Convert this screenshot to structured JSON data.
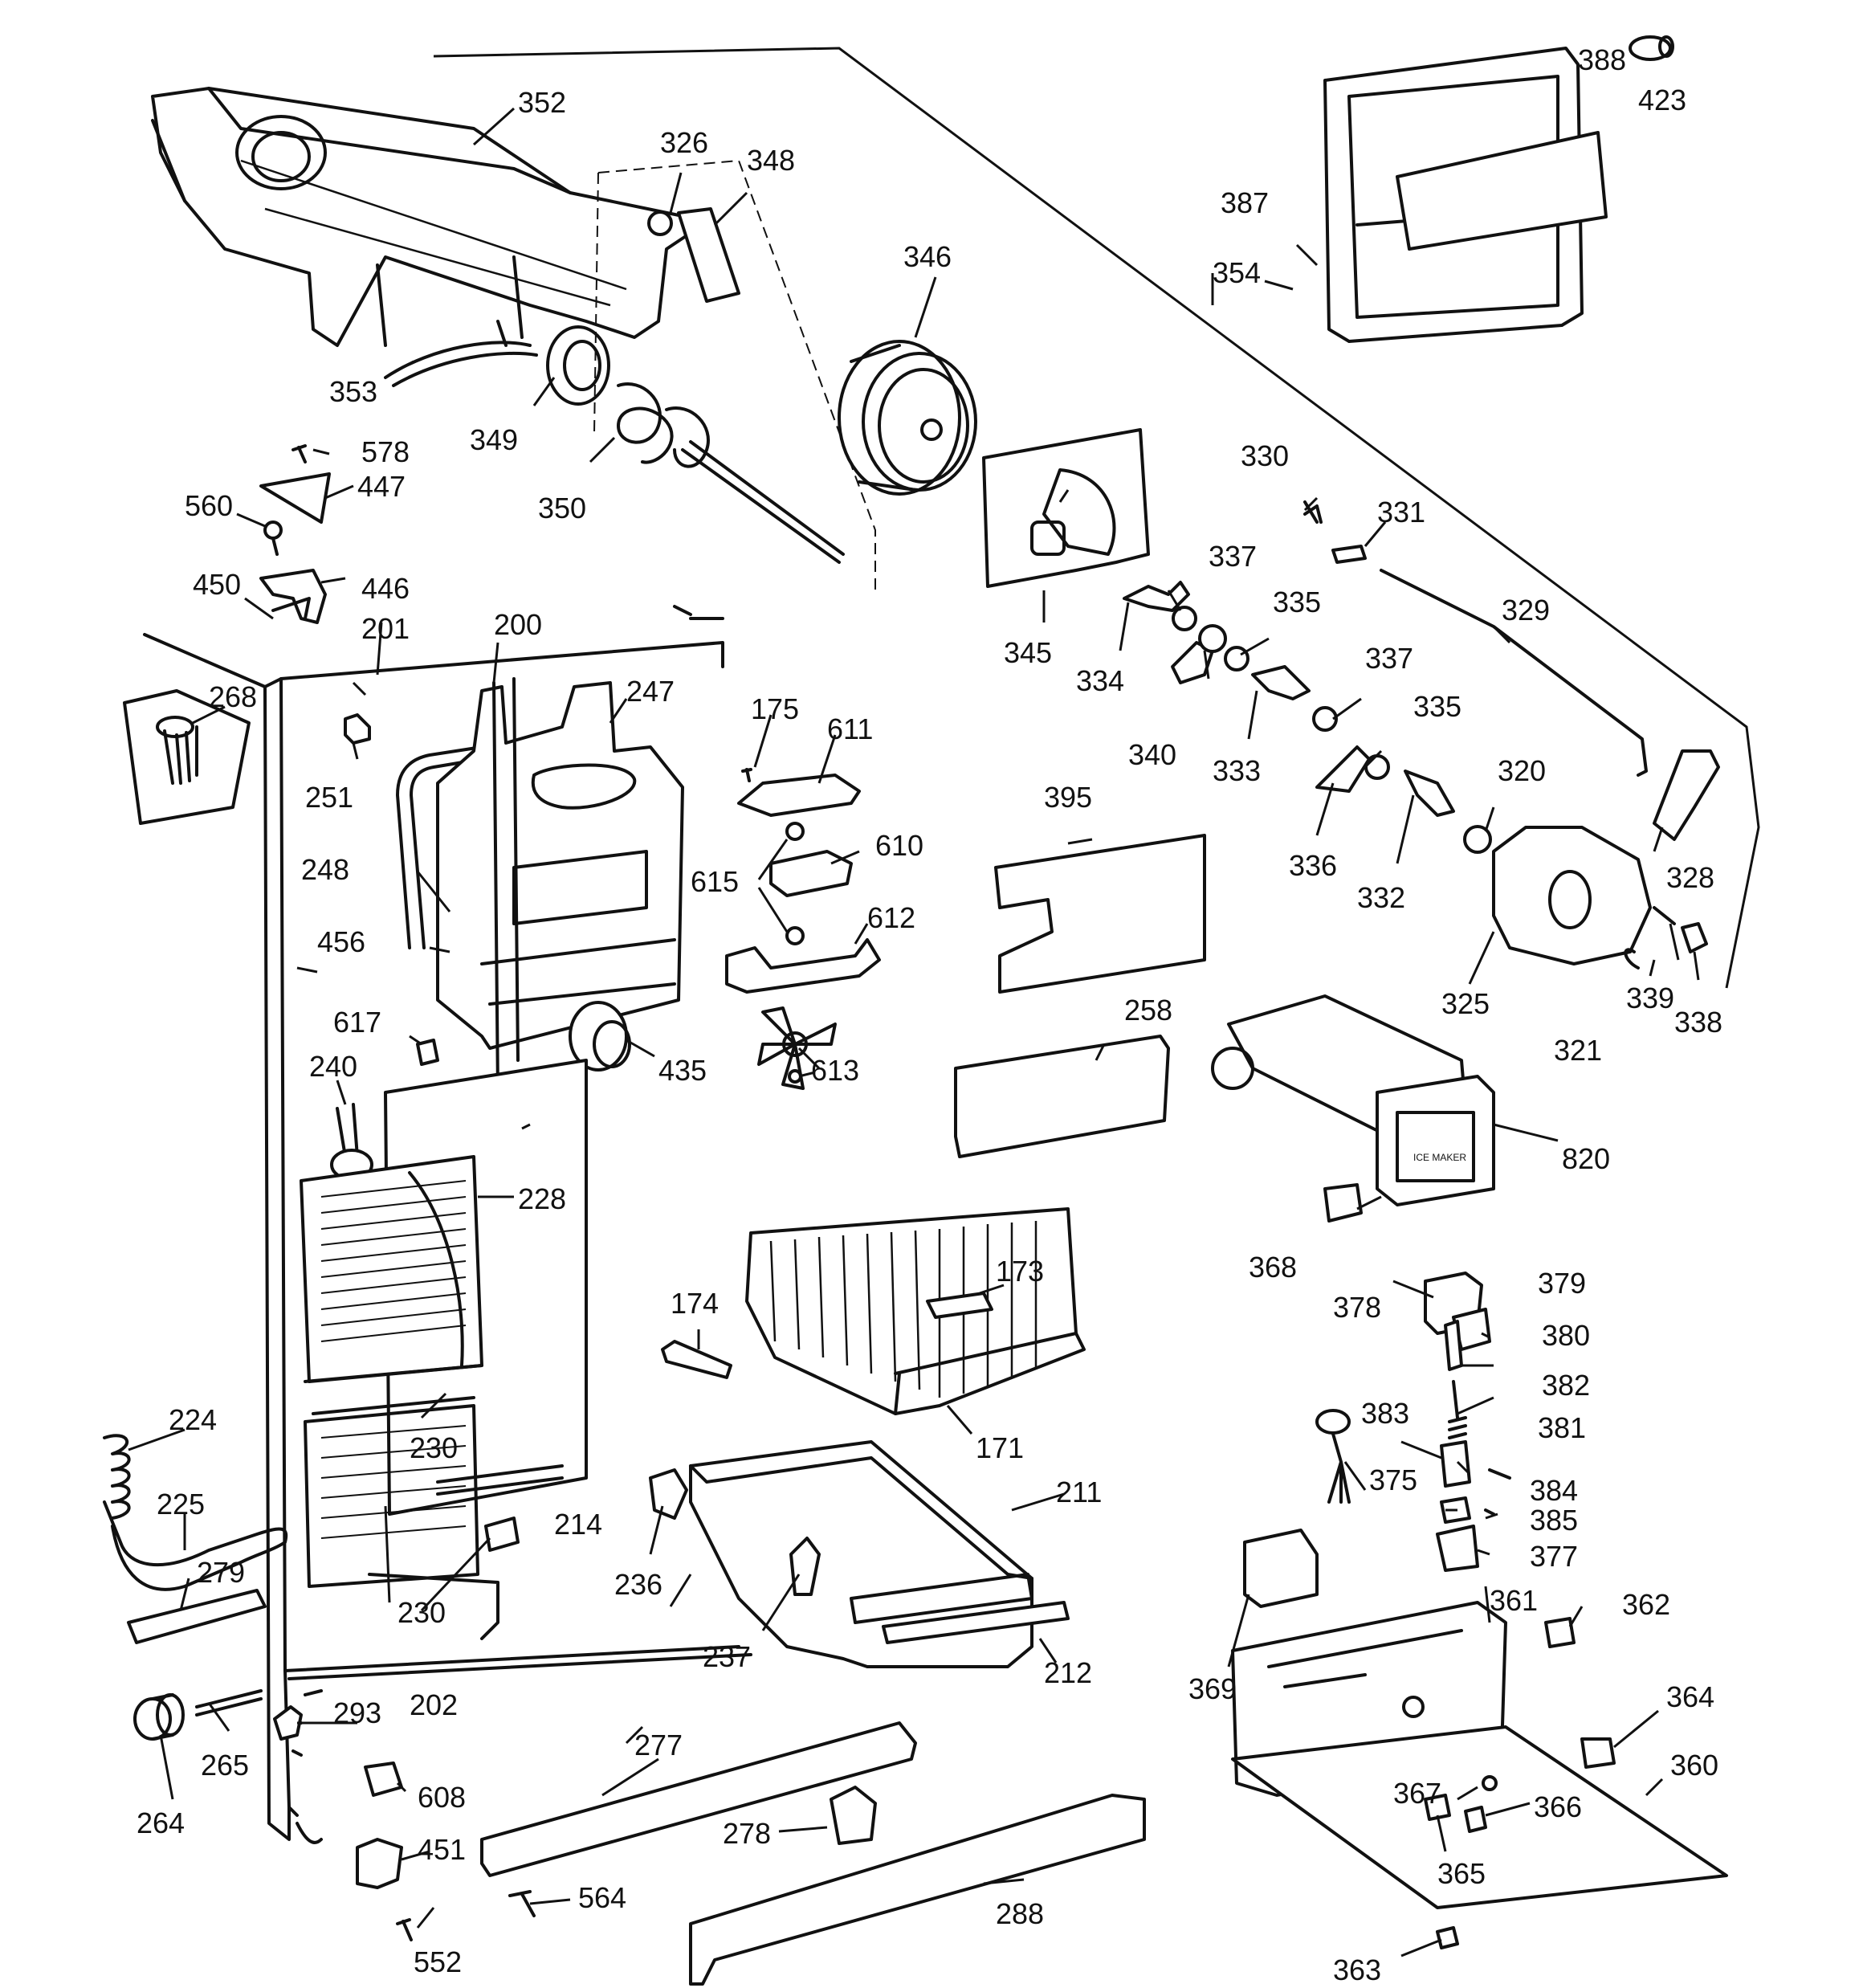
{
  "labels": {
    "l171": "171",
    "l173": "173",
    "l174": "174",
    "l175": "175",
    "l200": "200",
    "l201": "201",
    "l202": "202",
    "l211": "211",
    "l212": "212",
    "l214": "214",
    "l224": "224",
    "l225": "225",
    "l228": "228",
    "l230a": "230",
    "l230b": "230",
    "l236": "236",
    "l237": "237",
    "l240": "240",
    "l247": "247",
    "l248": "248",
    "l251": "251",
    "l258": "258",
    "l264": "264",
    "l265": "265",
    "l268": "268",
    "l277": "277",
    "l278": "278",
    "l279": "279",
    "l288": "288",
    "l293": "293",
    "l320": "320",
    "l321": "321",
    "l325": "325",
    "l326": "326",
    "l328": "328",
    "l329": "329",
    "l330": "330",
    "l331": "331",
    "l332": "332",
    "l333": "333",
    "l334": "334",
    "l335a": "335",
    "l335b": "335",
    "l336": "336",
    "l337a": "337",
    "l337b": "337",
    "l338": "338",
    "l339": "339",
    "l340": "340",
    "l345": "345",
    "l346": "346",
    "l348": "348",
    "l349": "349",
    "l350": "350",
    "l352": "352",
    "l353": "353",
    "l354": "354",
    "l360": "360",
    "l361": "361",
    "l362": "362",
    "l363": "363",
    "l364": "364",
    "l365": "365",
    "l366": "366",
    "l367": "367",
    "l368": "368",
    "l369": "369",
    "l375": "375",
    "l377": "377",
    "l378": "378",
    "l379": "379",
    "l380": "380",
    "l381": "381",
    "l382": "382",
    "l383": "383",
    "l384": "384",
    "l385": "385",
    "l387": "387",
    "l388": "388",
    "l395": "395",
    "l423": "423",
    "l435": "435",
    "l446": "446",
    "l447": "447",
    "l450": "450",
    "l451": "451",
    "l456": "456",
    "l552": "552",
    "l560": "560",
    "l564": "564",
    "l578": "578",
    "l608": "608",
    "l610": "610",
    "l611": "611",
    "l612": "612",
    "l613": "613",
    "l615": "615",
    "l617": "617",
    "l820": "820"
  },
  "ice_maker_face_text": "ICE MAKER"
}
